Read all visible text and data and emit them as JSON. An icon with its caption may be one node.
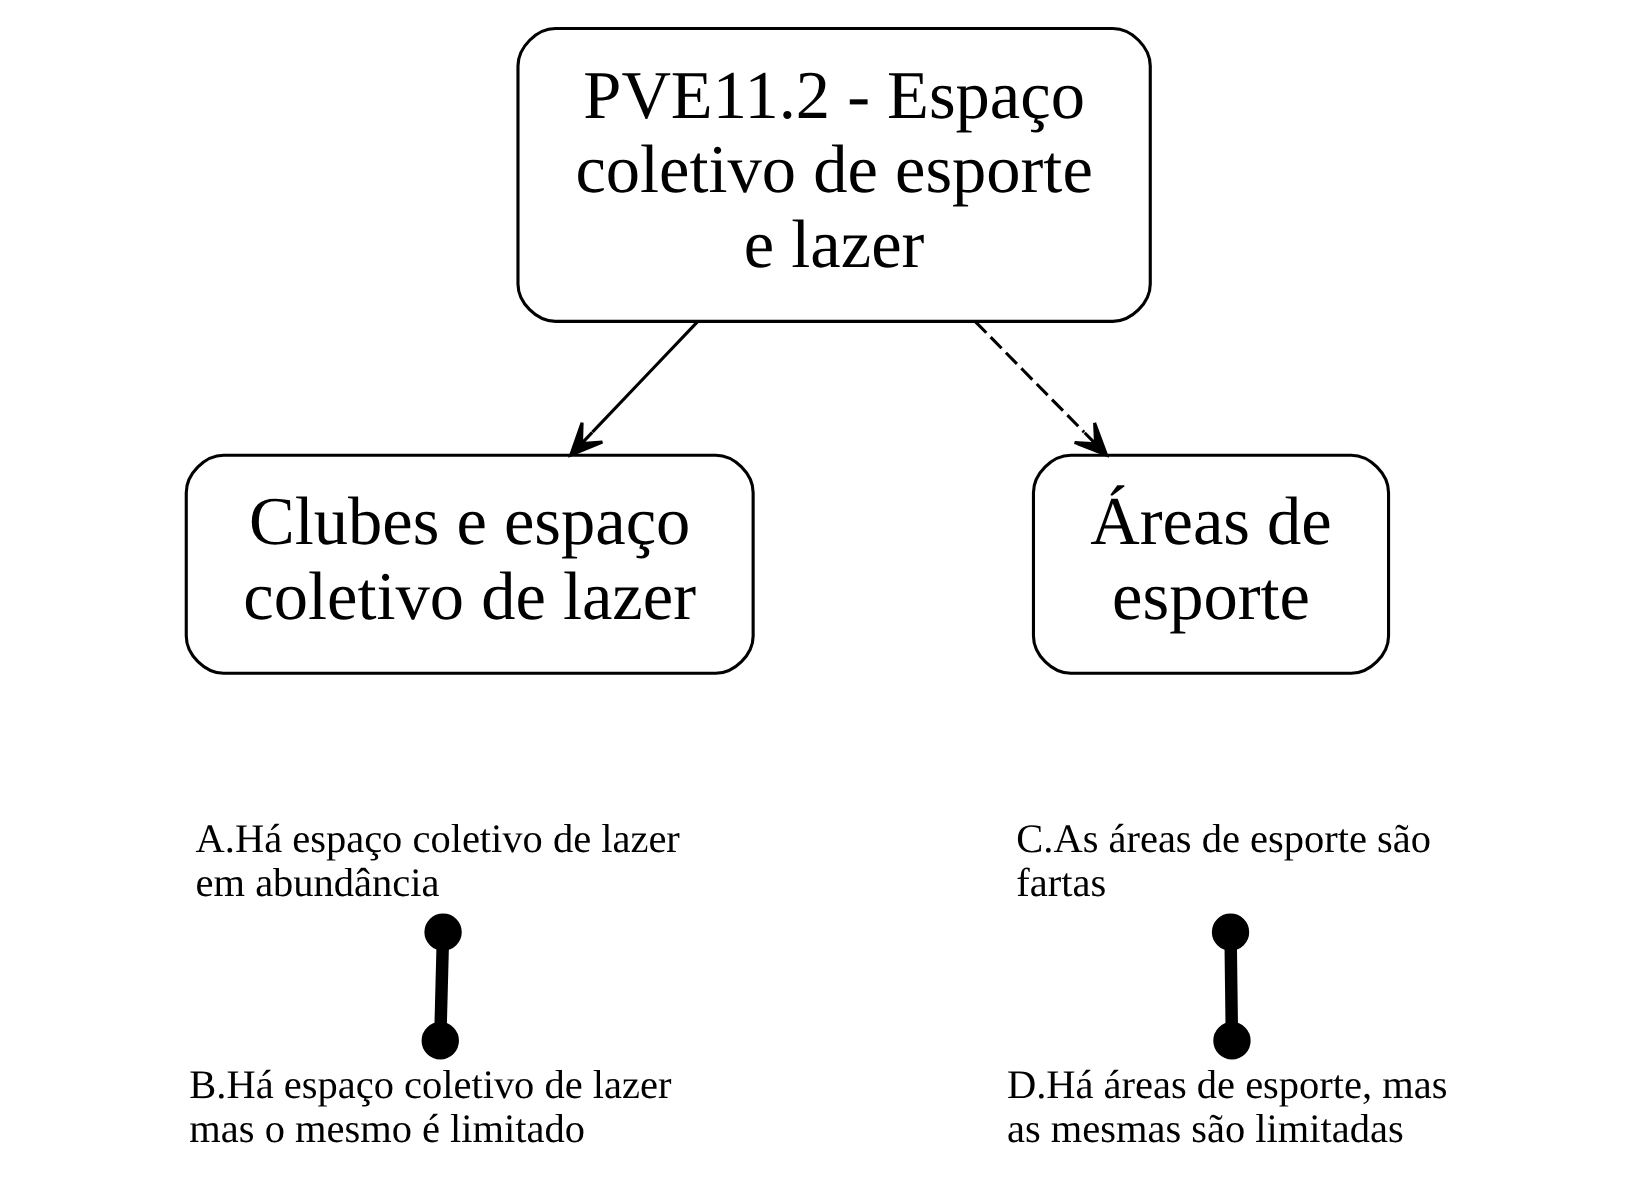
{
  "diagram": {
    "nodes": [
      {
        "text": [
          "PVE11.2 - Espaço coletivo de esporte e lazer"
        ]
      },
      {
        "text": [
          "Clubes e espaço coletivo de lazer"
        ]
      },
      {
        "text": [
          "Áreas de esporte"
        ]
      },
      {
        "text": [
          "A.Há espaço coletivo de lazer em abundância"
        ]
      },
      {
        "text": [
          "B.Há espaço coletivo de lazer mas o mesmo é limitado"
        ]
      },
      {
        "text": [
          "C.As áreas de esporte são fartas"
        ]
      },
      {
        "text": [
          "D.Há áreas de esporte, mas as mesmas são limitadas"
        ]
      }
    ],
    "edges": [
      {
        "from": 0,
        "to": 1,
        "arrow": "to"
      },
      {
        "from": 0,
        "to": 2,
        "arrow": "to",
        "style": "dashed"
      },
      {
        "from": 3,
        "to": 4,
        "arrow": "other",
        "style": "thick"
      },
      {
        "from": 5,
        "to": 6,
        "arrow": "other",
        "style": "thick"
      }
    ]
  }
}
